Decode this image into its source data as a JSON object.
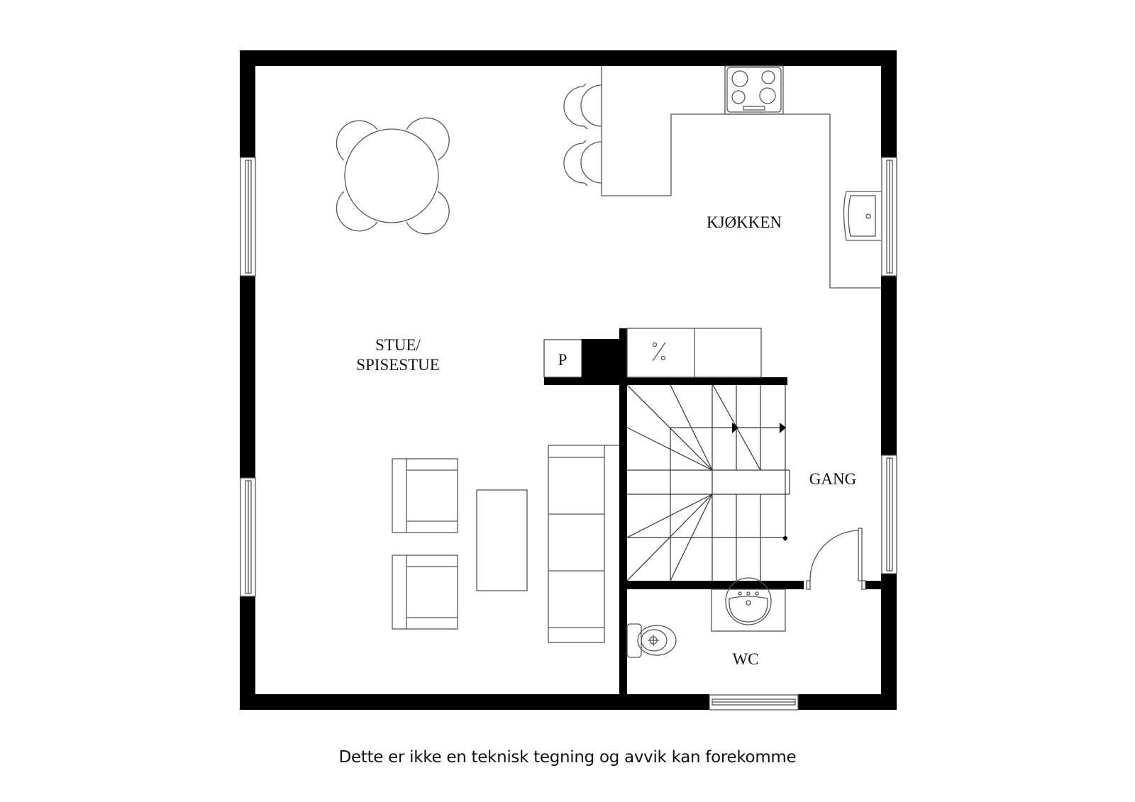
{
  "floorplan": {
    "rooms": [
      {
        "id": "stue",
        "label_line1": "STUE/",
        "label_line2": "SPISESTUE"
      },
      {
        "id": "kjokken",
        "label": "KJØKKEN"
      },
      {
        "id": "gang",
        "label": "GANG"
      },
      {
        "id": "wc",
        "label": "WC"
      }
    ],
    "fixtures": {
      "p_label": "P"
    },
    "colors": {
      "wall": "#000000",
      "line": "#555555",
      "background": "#ffffff"
    }
  },
  "caption": "Dette er ikke en teknisk tegning og avvik kan forekomme"
}
